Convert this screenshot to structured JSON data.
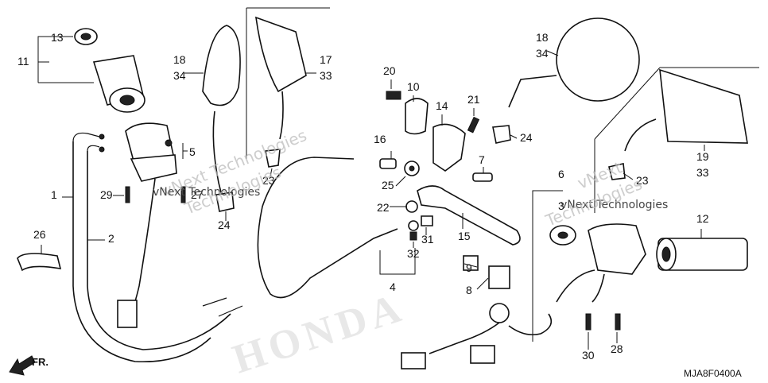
{
  "callouts": {
    "c1": "1",
    "c2": "2",
    "c3": "3",
    "c4": "4",
    "c5": "5",
    "c6": "6",
    "c7": "7",
    "c8": "8",
    "c9": "9",
    "c10": "10",
    "c11": "11",
    "c12": "12",
    "c13": "13",
    "c14": "14",
    "c15": "15",
    "c16": "16",
    "c17a": "17",
    "c17b": "33",
    "c18a": "18",
    "c18b": "34",
    "c18c": "18",
    "c18d": "34",
    "c19a": "19",
    "c19b": "33",
    "c20": "20",
    "c21": "21",
    "c22": "22",
    "c23a": "23",
    "c23b": "23",
    "c24a": "24",
    "c24b": "24",
    "c25": "25",
    "c26": "26",
    "c27": "27",
    "c28": "28",
    "c29": "29",
    "c30": "30",
    "c31": "31",
    "c32": "32"
  },
  "watermarks": {
    "w1": "vNext Technologies",
    "w2": "vNext Technologies",
    "w3": "Technologies",
    "w4": "vNext",
    "w5": "Technologies"
  },
  "direction_label": "FR.",
  "diagram_code": "MJA8F0400A",
  "logo_text": "HONDA"
}
